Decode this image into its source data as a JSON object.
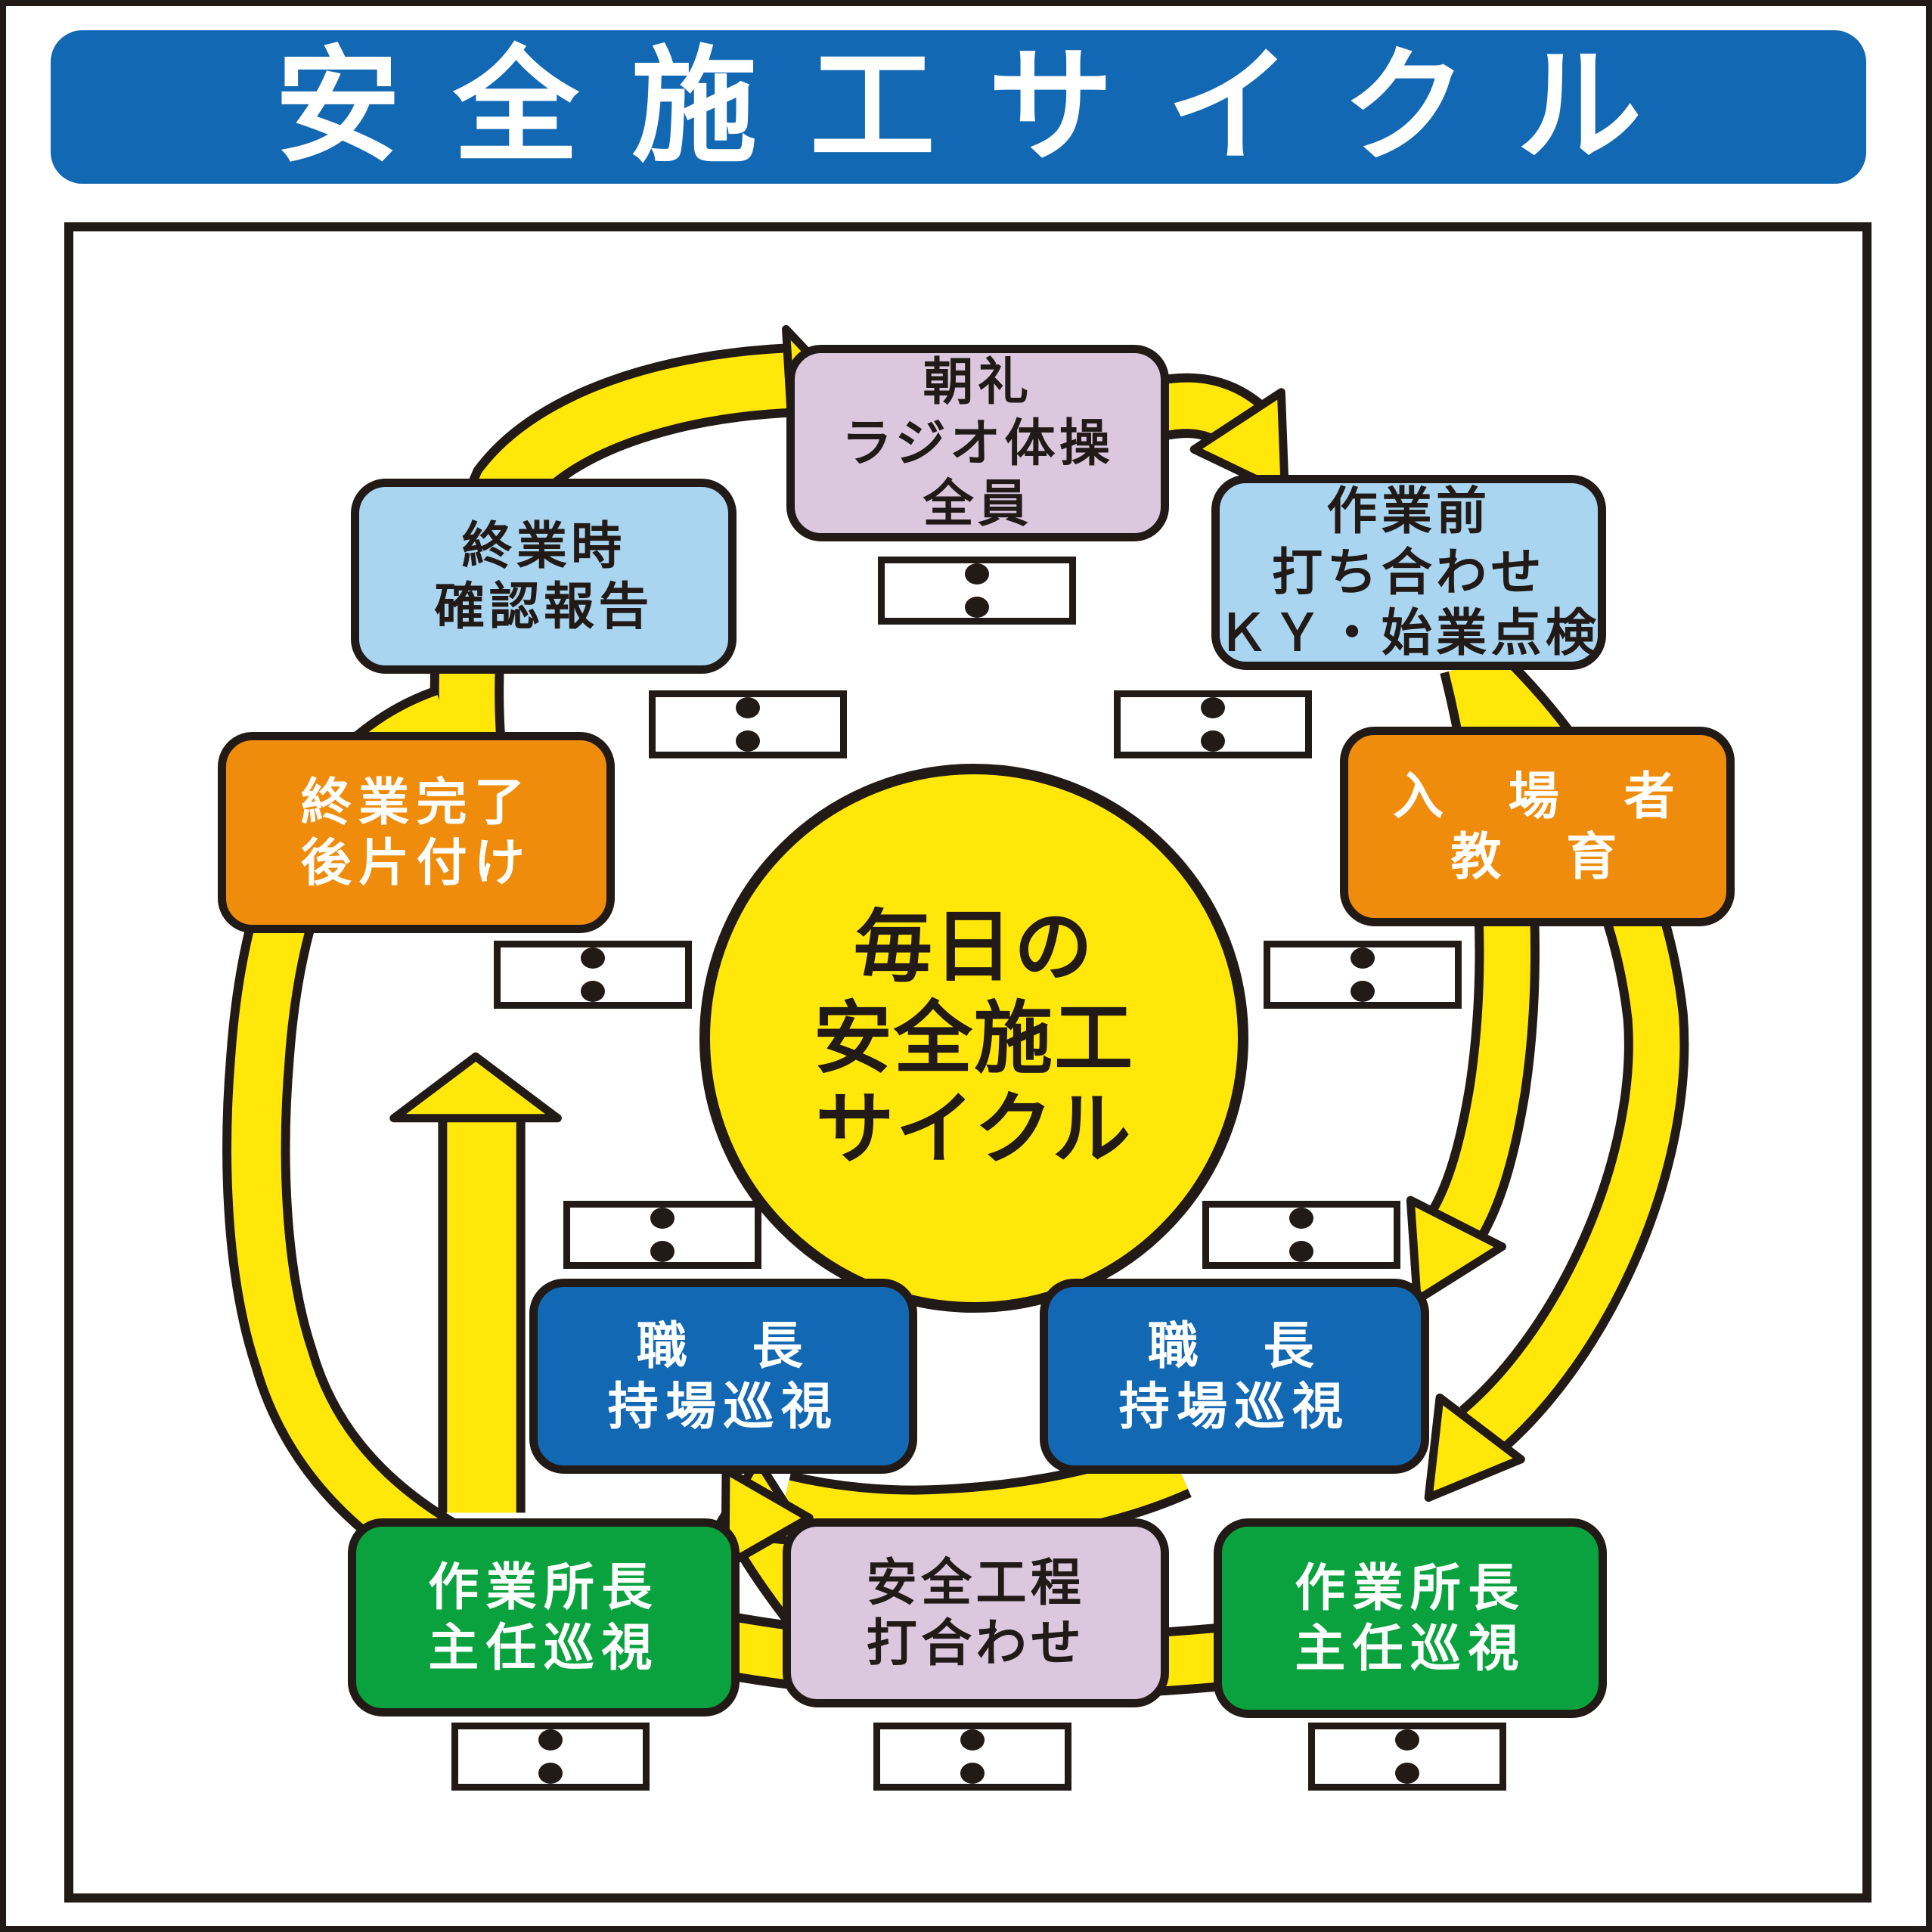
{
  "title": "安全施工サイクル",
  "center": {
    "line1": "毎日の",
    "line2": "安全施工",
    "line3": "サイクル"
  },
  "time_placeholder": ":",
  "nodes": {
    "morning": {
      "lines": [
        "朝礼",
        "ラジオ体操",
        "全員"
      ]
    },
    "prework": {
      "lines": [
        "作業前",
        "打ち合わせ",
        "ＫＹ・始業点検"
      ]
    },
    "entrant": {
      "lines": [
        "入　場　者",
        "教　育"
      ]
    },
    "endreport": {
      "lines": [
        "終業時",
        "確認報告"
      ]
    },
    "endcleanup": {
      "lines": [
        "終業完了",
        "後片付け"
      ]
    },
    "foreman_left": {
      "lines": [
        "職　長",
        "持場巡視"
      ]
    },
    "foreman_right": {
      "lines": [
        "職　長",
        "持場巡視"
      ]
    },
    "manager_left": {
      "lines": [
        "作業所長",
        "主任巡視"
      ]
    },
    "manager_right": {
      "lines": [
        "作業所長",
        "主任巡視"
      ]
    },
    "safetyplan": {
      "lines": [
        "安全工程",
        "打合わせ"
      ]
    }
  },
  "colors": {
    "ink": "#221a17",
    "blue": "#1268b3",
    "lightblue": "#a9d5f0",
    "lavender": "#dbc8df",
    "orange": "#ef8c0c",
    "green": "#0aa23e",
    "yellow": "#ffe70a"
  }
}
